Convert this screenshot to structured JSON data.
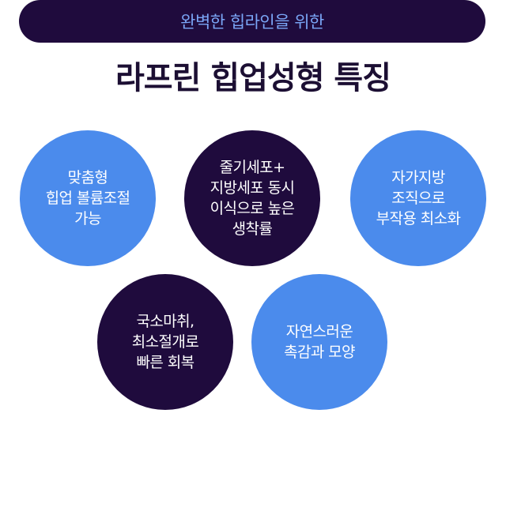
{
  "header": {
    "pill_text": "완벽한 힙라인을 위한",
    "title": "라프린 힙업성형 특징"
  },
  "features": [
    {
      "lines": [
        "맞춤형",
        "힙업 볼륨조절",
        "가능"
      ]
    },
    {
      "lines": [
        "줄기세포+",
        "지방세포 동시",
        "이식으로 높은",
        "생착률"
      ]
    },
    {
      "lines": [
        "자가지방",
        "조직으로",
        "부작용 최소화"
      ]
    },
    {
      "lines": [
        "국소마취,",
        "최소절개로",
        "빠른 회복"
      ]
    },
    {
      "lines": [
        "자연스러운",
        "촉감과 모양"
      ]
    }
  ],
  "colors": {
    "dark": "#1f0b3d",
    "blue": "#4b8bec",
    "pill_text": "#7aa6f6",
    "title": "#1c0f33"
  }
}
